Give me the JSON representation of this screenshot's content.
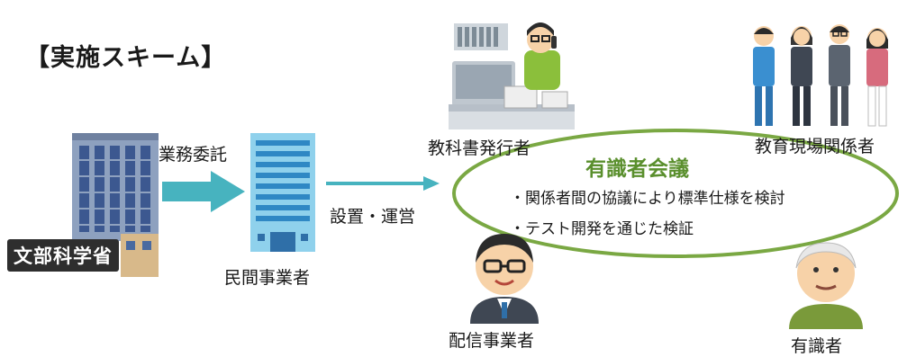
{
  "title": "【実施スキーム】",
  "mext_sign": "文部科学省",
  "arrow1_label": "業務委託",
  "private_operator": "民間事業者",
  "arrow2_label": "設置・運営",
  "council": {
    "title": "有識者会議",
    "bullets": [
      "・関係者間の協議により標準仕様を検討",
      "・テスト開発を通じた検証"
    ]
  },
  "participants": {
    "textbook_publisher": "教科書発行者",
    "education_staff": "教育現場関係者",
    "distribution_operator": "配信事業者",
    "expert": "有識者"
  },
  "colors": {
    "arrow": "#47b3bf",
    "ellipse": "#7aa843",
    "council_title": "#5a8f2d"
  }
}
